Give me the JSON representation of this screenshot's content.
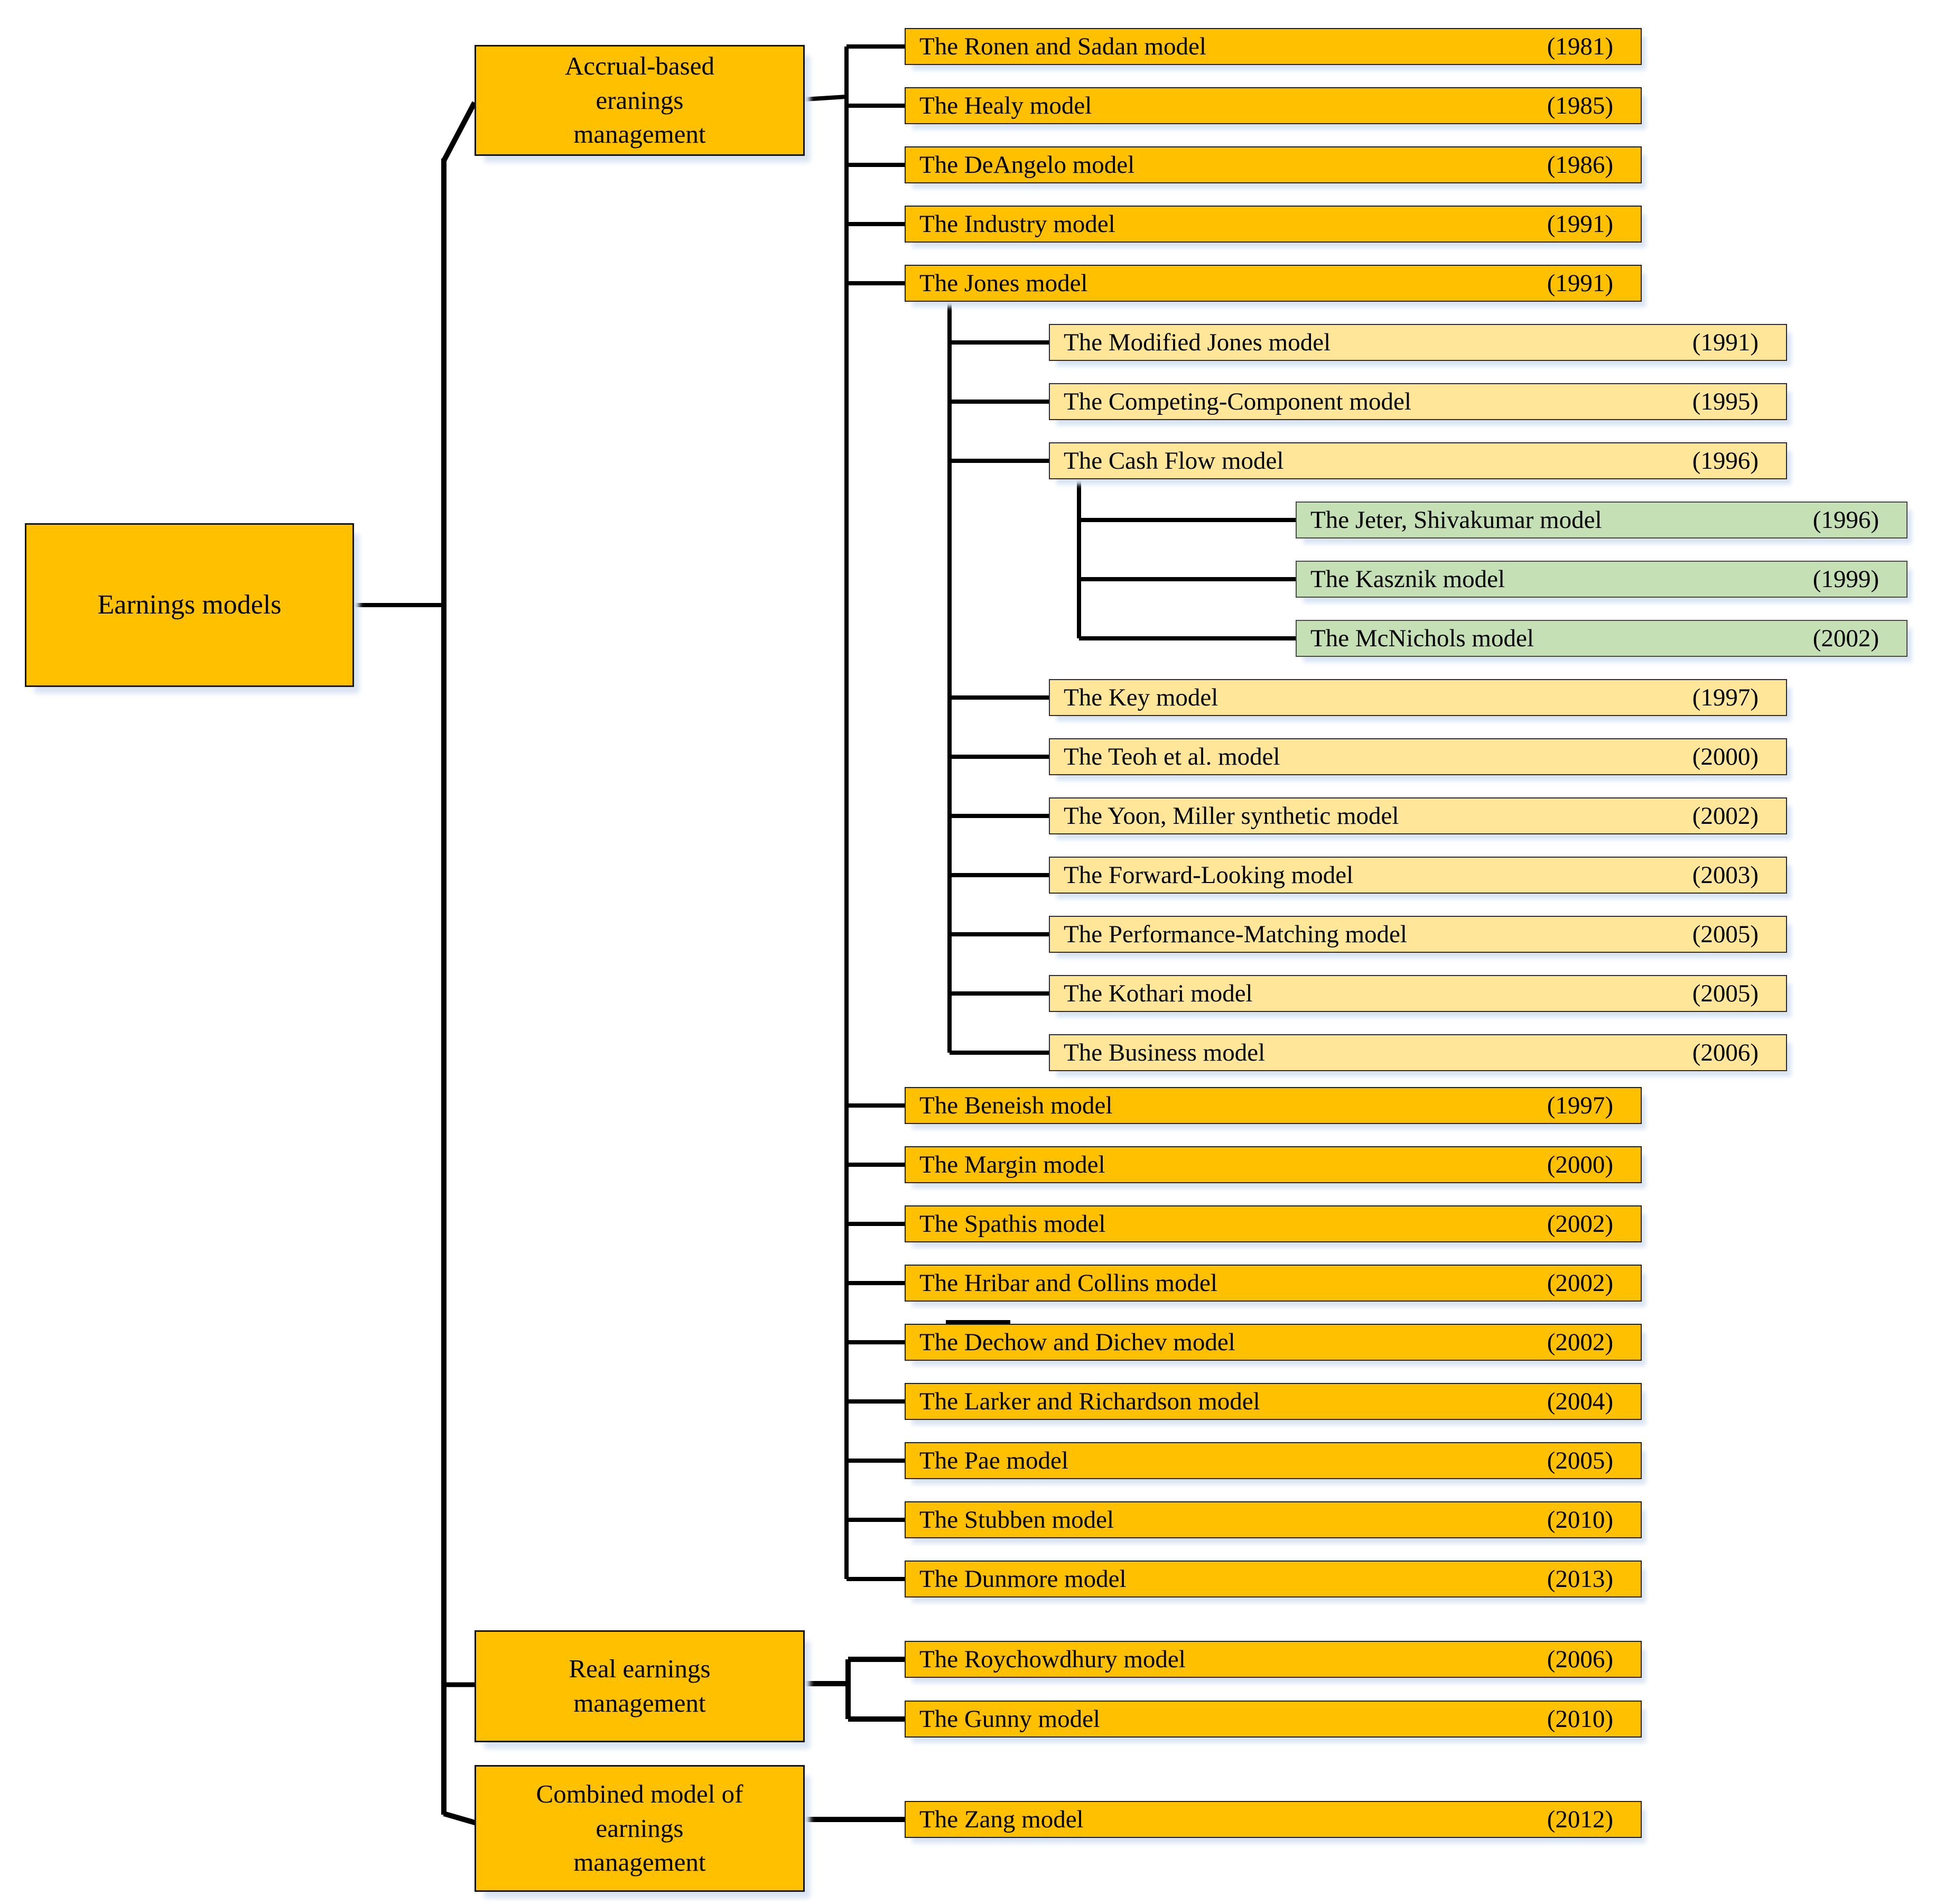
{
  "boxes": {
    "root": "Earnings models",
    "accrual": "Accrual-based\neranings\nmanagement",
    "real": "Real earnings\nmanagement",
    "combined": "Combined model of\nearnings\nmanagement"
  },
  "colors": {
    "orange": "#FFC000",
    "light_yellow": "#FFE699",
    "green": "#C5E0B4",
    "shadow_blue": "#D9E4F3",
    "line": "#000000"
  },
  "models": {
    "ronen": {
      "label": "The Ronen and Sadan model",
      "year": "(1981)"
    },
    "healy": {
      "label": "The Healy model",
      "year": "(1985)"
    },
    "deangelo": {
      "label": "The DeAngelo model",
      "year": "(1986)"
    },
    "industry": {
      "label": "The Industry model",
      "year": "(1991)"
    },
    "jones": {
      "label": "The Jones model",
      "year": "(1991)"
    },
    "modified": {
      "label": "The Modified Jones model",
      "year": "(1991)"
    },
    "competing": {
      "label": "The Competing-Component model",
      "year": "(1995)"
    },
    "cashflow": {
      "label": "The Cash Flow model",
      "year": "(1996)"
    },
    "jeter": {
      "label": "The Jeter, Shivakumar model",
      "year": "(1996)"
    },
    "kasznik": {
      "label": "The Kasznik model",
      "year": "(1999)"
    },
    "mcnichols": {
      "label": "The McNichols model",
      "year": "(2002)"
    },
    "key": {
      "label": "The Key model",
      "year": "(1997)"
    },
    "teoh": {
      "label": "The Teoh et al. model",
      "year": "(2000)"
    },
    "yoon": {
      "label": "The Yoon, Miller synthetic model",
      "year": "(2002)"
    },
    "forward": {
      "label": "The Forward-Looking model",
      "year": "(2003)"
    },
    "performance": {
      "label": "The Performance-Matching model",
      "year": "(2005)"
    },
    "kothari": {
      "label": "The Kothari model",
      "year": "(2005)"
    },
    "business": {
      "label": "The Business model",
      "year": "(2006)"
    },
    "beneish": {
      "label": "The Beneish model",
      "year": "(1997)"
    },
    "margin": {
      "label": "The Margin model",
      "year": "(2000)"
    },
    "spathis": {
      "label": "The Spathis model",
      "year": "(2002)"
    },
    "hribar": {
      "label": "The Hribar and Collins model",
      "year": "(2002)"
    },
    "dechow": {
      "label": "The Dechow and Dichev model",
      "year": "(2002)"
    },
    "larker": {
      "label": "The Larker and Richardson model",
      "year": "(2004)"
    },
    "pae": {
      "label": "The Pae model",
      "year": "(2005)"
    },
    "stubben": {
      "label": "The Stubben model",
      "year": "(2010)"
    },
    "dunmore": {
      "label": "The Dunmore model",
      "year": "(2013)"
    },
    "roychowdhury": {
      "label": "The Roychowdhury model",
      "year": "(2006)"
    },
    "gunny": {
      "label": "The Gunny model",
      "year": "(2010)"
    },
    "zang": {
      "label": "The Zang model",
      "year": "(2012)"
    }
  }
}
